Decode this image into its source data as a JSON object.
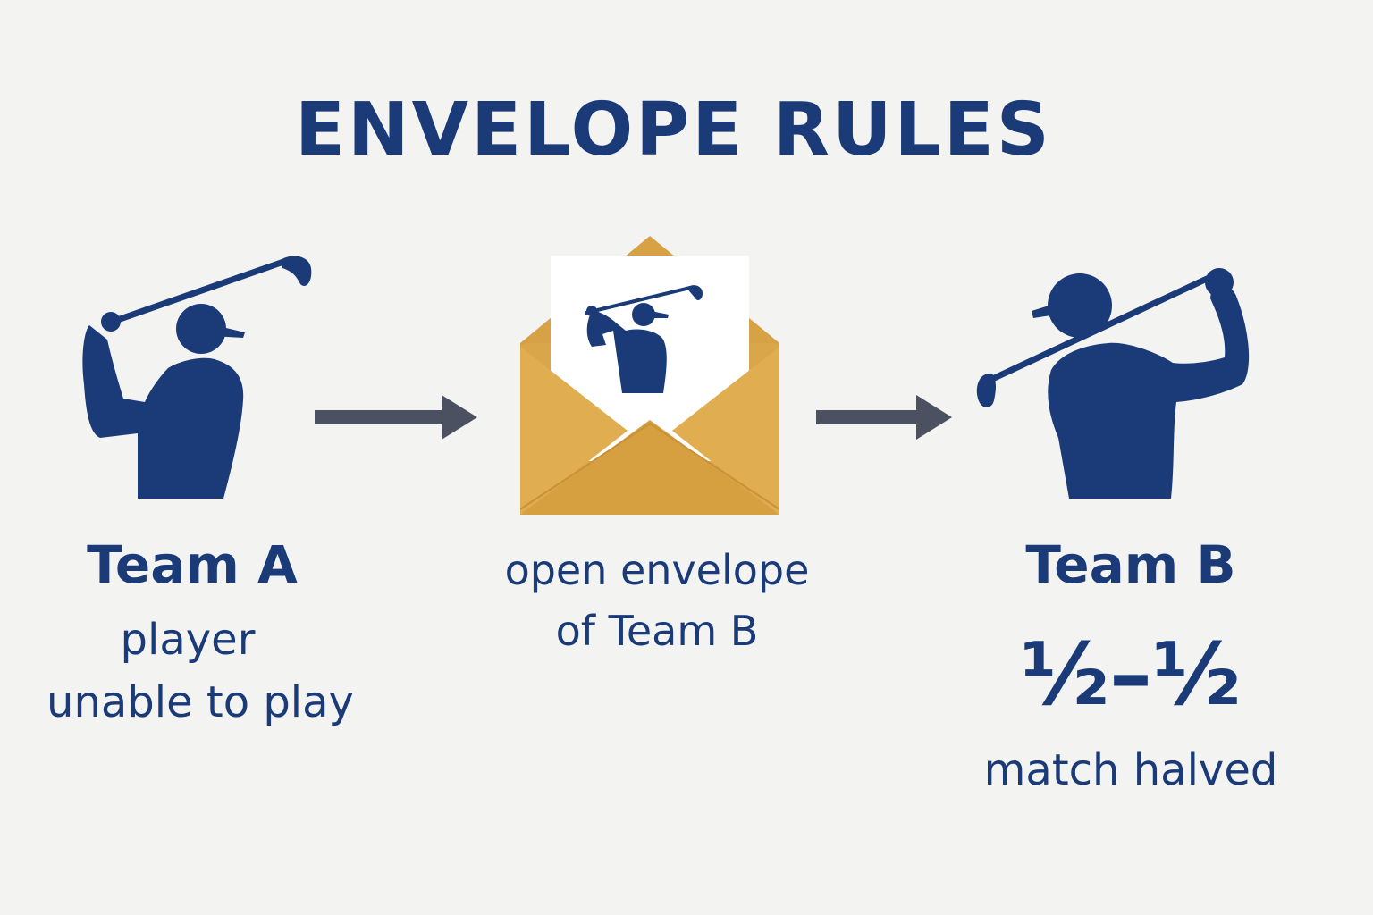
{
  "title": "ENVELOPE RULES",
  "team_a": {
    "title": "Team A",
    "line1": "player",
    "line2": "unable to play"
  },
  "envelope_step": {
    "line1": "open envelope",
    "line2": "of Team B"
  },
  "team_b": {
    "title": "Team B",
    "score": "½–½",
    "result": "match halved"
  },
  "icons": {
    "team_a": "golfer-icon",
    "arrow_1": "arrow-right-icon",
    "envelope": "open-envelope-icon",
    "arrow_2": "arrow-right-icon",
    "team_b": "golfer-icon"
  },
  "colors": {
    "primary": "#1b3a78",
    "arrow": "#4b5160",
    "envelope": "#dfac4b",
    "background": "#f3f3f2"
  }
}
